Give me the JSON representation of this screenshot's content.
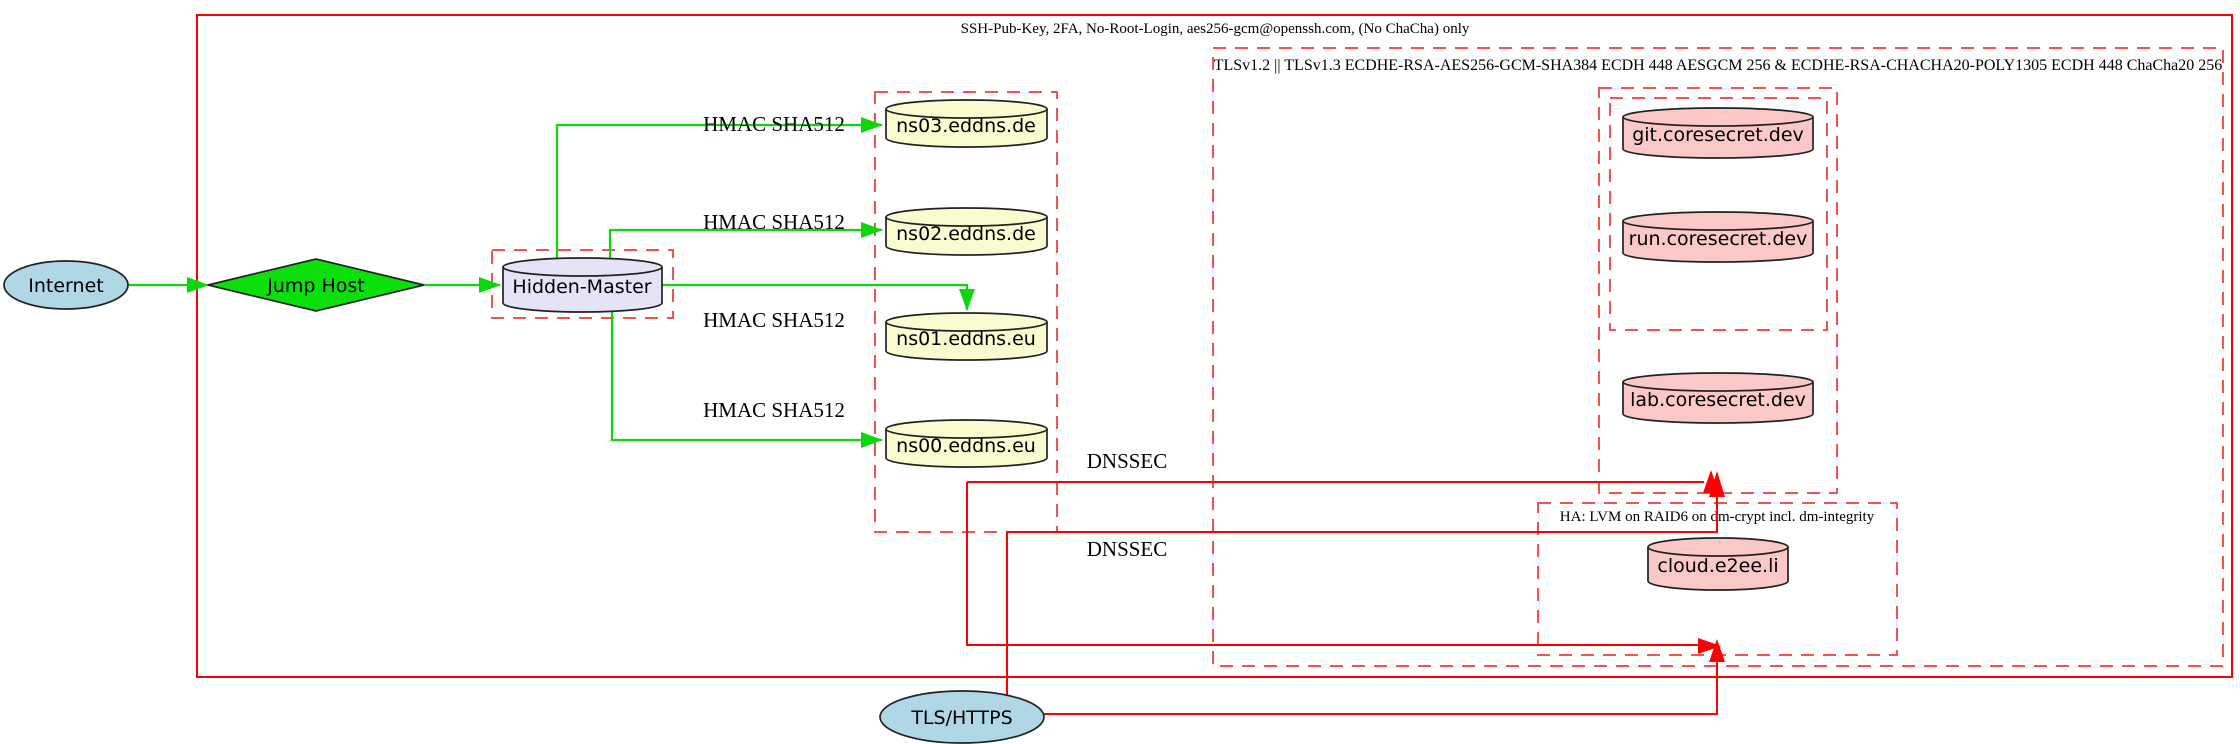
{
  "diagram": {
    "type": "network-security-graph",
    "clusters": {
      "ssh": {
        "label": "SSH-Pub-Key, 2FA, No-Root-Login, aes256-gcm@openssh.com, (No ChaCha) only",
        "border_style": "solid",
        "border_color": "#fd0102"
      },
      "tls": {
        "label": "TLSv1.2 || TLSv1.3 ECDHE-RSA-AES256-GCM-SHA384 ECDH 448 AESGCM 256 & ECDHE-RSA-CHACHA20-POLY1305 ECDH 448 ChaCha20 256",
        "border_style": "dashed",
        "border_color": "#f4524e"
      },
      "ha": {
        "label": "HA: LVM on RAID6 on dm-crypt incl. dm-integrity",
        "border_style": "dashed",
        "border_color": "#f4524e"
      },
      "hidden_master_box": {
        "label": "",
        "border_style": "dashed"
      },
      "eddns_box": {
        "label": "",
        "border_style": "dashed"
      },
      "coresecret_outer_box": {
        "label": "",
        "border_style": "dashed"
      },
      "coresecret_inner_box": {
        "label": "",
        "border_style": "dashed"
      }
    },
    "nodes": {
      "internet": {
        "label": "Internet",
        "shape": "ellipse",
        "fill": "#afd7e6"
      },
      "jump_host": {
        "label": "Jump Host",
        "shape": "diamond",
        "fill": "#0be00b"
      },
      "hidden_master": {
        "label": "Hidden-Master",
        "shape": "cylinder",
        "fill": "#e4e4f6"
      },
      "ns03": {
        "label": "ns03.eddns.de",
        "shape": "cylinder",
        "fill": "#fbfbd0"
      },
      "ns02": {
        "label": "ns02.eddns.de",
        "shape": "cylinder",
        "fill": "#fbfbd0"
      },
      "ns01": {
        "label": "ns01.eddns.eu",
        "shape": "cylinder",
        "fill": "#fbfbd0"
      },
      "ns00": {
        "label": "ns00.eddns.eu",
        "shape": "cylinder",
        "fill": "#fbfbd0"
      },
      "git": {
        "label": "git.coresecret.dev",
        "shape": "cylinder",
        "fill": "#fac8c6"
      },
      "run": {
        "label": "run.coresecret.dev",
        "shape": "cylinder",
        "fill": "#fac8c6"
      },
      "lab": {
        "label": "lab.coresecret.dev",
        "shape": "cylinder",
        "fill": "#fac8c6"
      },
      "cloud": {
        "label": "cloud.e2ee.li",
        "shape": "cylinder",
        "fill": "#fac8c6"
      },
      "tls_https": {
        "label": "TLS/HTTPS",
        "shape": "ellipse",
        "fill": "#afd7e6"
      }
    },
    "edge_labels": {
      "hmac_ns03": "HMAC SHA512",
      "hmac_ns02": "HMAC SHA512",
      "hmac_ns01": "HMAC SHA512",
      "hmac_ns00": "HMAC SHA512",
      "dnssec_upper": "DNSSEC",
      "dnssec_lower": "DNSSEC"
    },
    "colors": {
      "green_edge": "#0cd60c",
      "red_edge": "#fd0102",
      "red_cluster_border": "#f4524e",
      "node_border": "#222222",
      "background": "#ffffff"
    }
  }
}
